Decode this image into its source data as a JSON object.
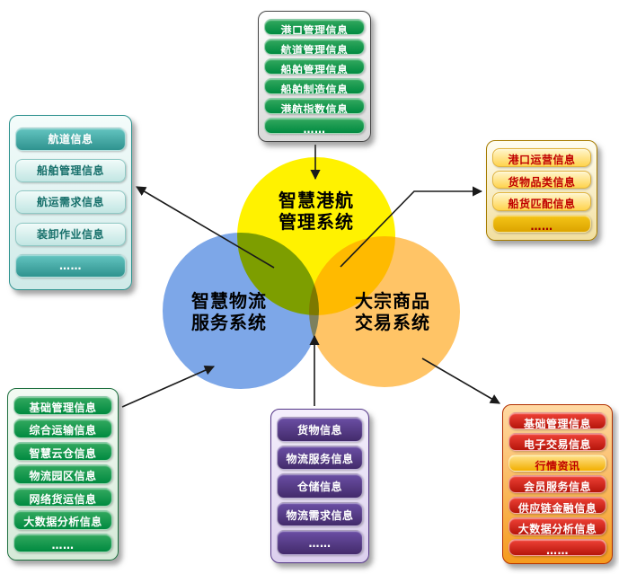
{
  "circles": {
    "port": {
      "line1": "智慧港航",
      "line2": "管理系统",
      "color": "#FFF200"
    },
    "logistics": {
      "line1": "智慧物流",
      "line2": "服务系统",
      "color": "#7DA7E8"
    },
    "commodity": {
      "line1": "大宗商品",
      "line2": "交易系统",
      "color": "#FFC466"
    }
  },
  "boxes": {
    "top": {
      "theme_color": "#008A40",
      "items": [
        "港口管理信息",
        "航道管理信息",
        "船舶管理信息",
        "船舶制造信息",
        "港航指数信息",
        "……"
      ]
    },
    "left": {
      "theme_color": "#2F938F",
      "items": [
        "航道信息",
        "船舶管理信息",
        "航运需求信息",
        "装卸作业信息",
        "……"
      ]
    },
    "right": {
      "theme_color": "#DCA400",
      "items": [
        "港口运营信息",
        "货物品类信息",
        "船货匹配信息",
        "……"
      ]
    },
    "bottom_left": {
      "theme_color": "#008A40",
      "items": [
        "基础管理信息",
        "综合运输信息",
        "智慧云仓信息",
        "物流园区信息",
        "网络货运信息",
        "大数据分析信息",
        "……"
      ]
    },
    "bottom_center": {
      "theme_color": "#432B6B",
      "items": [
        "货物信息",
        "物流服务信息",
        "仓储信息",
        "物流需求信息",
        "……"
      ]
    },
    "bottom_right": {
      "theme_color": "#B5150B",
      "items": [
        "基础管理信息",
        "电子交易信息",
        "行情资讯",
        "会员服务信息",
        "供应链金融信息",
        "大数据分析信息",
        "……"
      ]
    }
  }
}
